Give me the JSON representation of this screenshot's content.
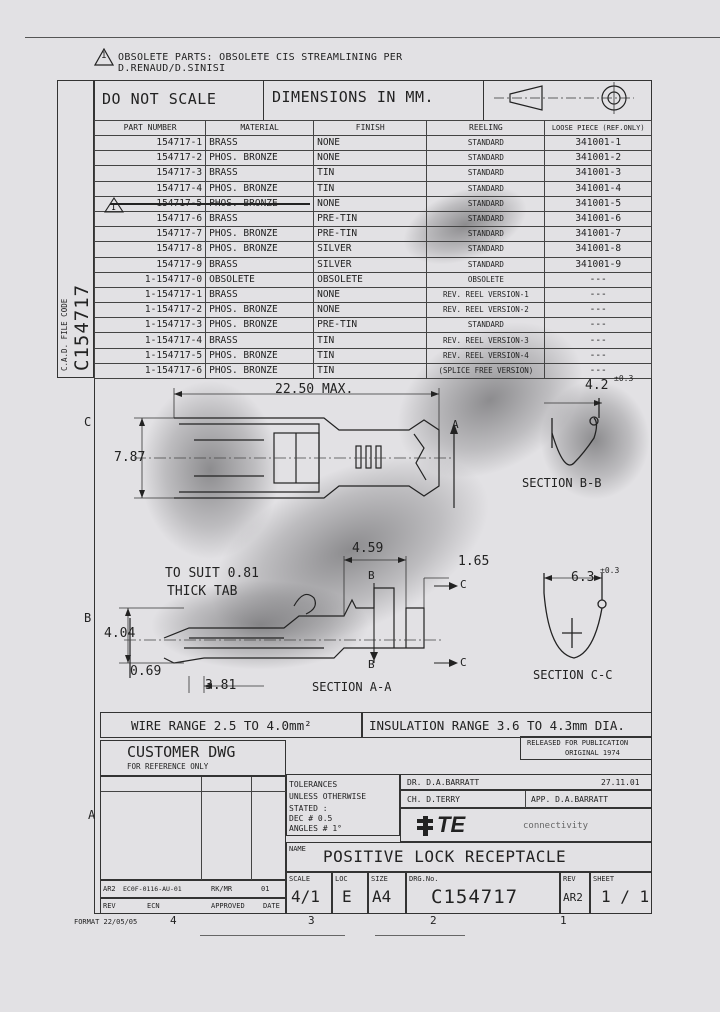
{
  "banner": {
    "warning_icon_symbol": "!",
    "warning_number": "1",
    "text": "OBSOLETE PARTS: OBSOLETE CIS STREAMLINING PER D.RENAUD/D.SINISI"
  },
  "header": {
    "do_not_scale": "DO NOT SCALE",
    "dimensions": "DIMENSIONS IN MM.",
    "projection_icon": "third-angle-projection-icon"
  },
  "side_strip": {
    "file_code_label": "C.A.D. FILE CODE",
    "file_code": "C154717"
  },
  "parts_table": {
    "headers": [
      "PART NUMBER",
      "MATERIAL",
      "FINISH",
      "REELING",
      "LOOSE PIECE (REF.ONLY)"
    ],
    "rows": [
      [
        "154717-1",
        "BRASS",
        "NONE",
        "STANDARD",
        "341001-1"
      ],
      [
        "154717-2",
        "PHOS. BRONZE",
        "NONE",
        "STANDARD",
        "341001-2"
      ],
      [
        "154717-3",
        "BRASS",
        "TIN",
        "STANDARD",
        "341001-3"
      ],
      [
        "154717-4",
        "PHOS. BRONZE",
        "TIN",
        "STANDARD",
        "341001-4"
      ],
      [
        "154717-5",
        "PHOS. BRONZE",
        "NONE",
        "STANDARD",
        "341001-5"
      ],
      [
        "154717-6",
        "BRASS",
        "PRE-TIN",
        "STANDARD",
        "341001-6"
      ],
      [
        "154717-7",
        "PHOS. BRONZE",
        "PRE-TIN",
        "STANDARD",
        "341001-7"
      ],
      [
        "154717-8",
        "PHOS. BRONZE",
        "SILVER",
        "STANDARD",
        "341001-8"
      ],
      [
        "154717-9",
        "BRASS",
        "SILVER",
        "STANDARD",
        "341001-9"
      ],
      [
        "1-154717-0",
        "OBSOLETE",
        "OBSOLETE",
        "OBSOLETE",
        "---"
      ],
      [
        "1-154717-1",
        "BRASS",
        "NONE",
        "REV. REEL VERSION-1",
        "---"
      ],
      [
        "1-154717-2",
        "PHOS. BRONZE",
        "NONE",
        "REV. REEL VERSION-2",
        "---"
      ],
      [
        "1-154717-3",
        "PHOS. BRONZE",
        "PRE-TIN",
        "STANDARD",
        "---"
      ],
      [
        "1-154717-4",
        "BRASS",
        "TIN",
        "REV. REEL VERSION-3",
        "---"
      ],
      [
        "1-154717-5",
        "PHOS. BRONZE",
        "TIN",
        "REV. REEL VERSION-4",
        "---"
      ],
      [
        "1-154717-6",
        "PHOS. BRONZE",
        "TIN",
        "(SPLICE FREE VERSION)",
        "---"
      ]
    ]
  },
  "drawing": {
    "dim_length": "22.50 MAX.",
    "dim_height": "7.87",
    "dim_b1": "4.59",
    "dim_b2": "1.65",
    "dim_b3": "4.04",
    "dim_b4": "0.69",
    "dim_b5": "3.81",
    "to_suit_1": "TO SUIT 0.81",
    "to_suit_2": "THICK TAB",
    "section_aa": "SECTION A-A",
    "section_bb": "SECTION B-B",
    "section_cc": "SECTION C-C",
    "dim_bb": "4.2",
    "tol_bb": "±0.3",
    "dim_cc": "6.3",
    "tol_cc": "±0.3",
    "cut_a": "A",
    "cut_b": "B",
    "cut_c": "C",
    "zone_c": "C",
    "zone_b": "B",
    "zone_a": "A"
  },
  "ranges": {
    "wire": "WIRE RANGE 2.5 TO 4.0mm²",
    "insulation": "INSULATION RANGE 3.6 TO 4.3mm DIA."
  },
  "title_block": {
    "customer_dwg": "CUSTOMER DWG",
    "for_reference": "FOR REFERENCE ONLY",
    "released_1": "RELEASED FOR PUBLICATION",
    "released_2": "ORIGINAL 1974",
    "tolerances": [
      "TOLERANCES",
      "UNLESS OTHERWISE",
      "STATED   :",
      "DEC #    0.5",
      "ANGLES #    1°"
    ],
    "dr": "DR. D.A.BARRATT",
    "dr_date": "27.11.01",
    "ch": "CH. D.TERRY",
    "app": "APP. D.A.BARRATT",
    "logo": "TE",
    "company": "connectivity",
    "name_label": "NAME",
    "name": "POSITIVE LOCK RECEPTACLE",
    "scale_label": "SCALE",
    "scale": "4/1",
    "loc_label": "LOC",
    "loc": "E",
    "size_label": "SIZE",
    "size": "A4",
    "dwg_label": "DRG.No.",
    "dwg": "C154717",
    "rev_label": "REV",
    "rev": "AR2",
    "sheet_label": "SHEET",
    "sheet": "1 / 1",
    "rev_row_rev": "AR2",
    "rev_row_ecn": "EC0F-0116-AU-01",
    "rev_row_by": "RK/MR",
    "rev_row_date": "01",
    "rev_hdr_rev": "REV",
    "rev_hdr_ecn": "ECN",
    "rev_hdr_app": "APPROVED",
    "rev_hdr_date": "DATE",
    "format": "FORMAT 22/05/05",
    "col4": "4",
    "col3": "3",
    "col2": "2",
    "col1": "1"
  }
}
